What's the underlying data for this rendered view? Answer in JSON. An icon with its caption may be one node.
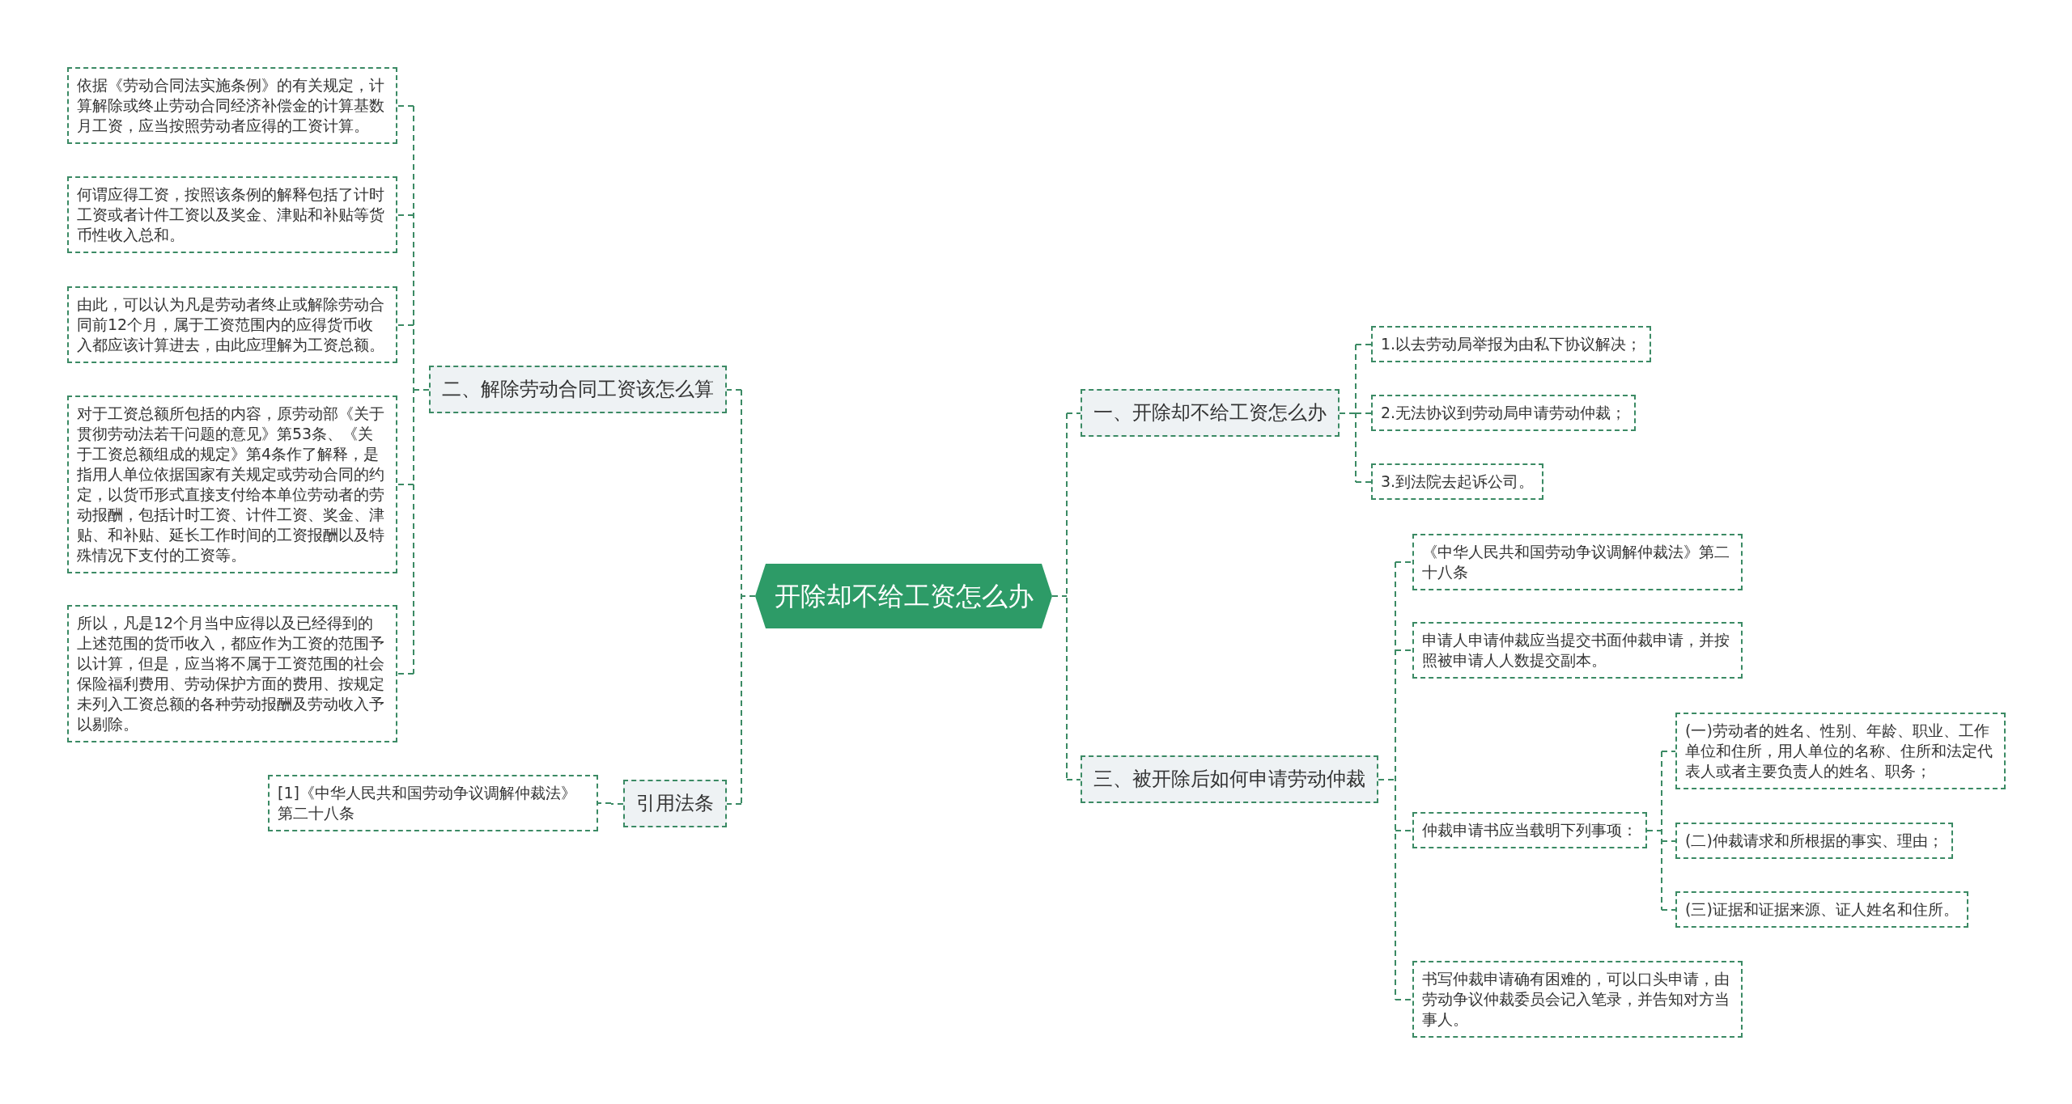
{
  "diagram": {
    "nodes": [
      {
        "text": [
          "开除却不给工资怎么办"
        ]
      },
      {
        "text": [
          "二、解除劳动合同工资该怎么算"
        ]
      },
      {
        "text": [
          "依据《劳动合同法实施条例》的有关规定，计算解除或终止劳动合同经济补偿金的计算基数月工资，应当按照劳动者应得的工资计算。"
        ]
      },
      {
        "text": [
          "何谓应得工资，按照该条例的解释包括了计时工资或者计件工资以及奖金、津贴和补贴等货币性收入总和。"
        ]
      },
      {
        "text": [
          "由此，可以认为凡是劳动者终止或解除劳动合同前12个月，属于工资范围内的应得货币收入都应该计算进去，由此应理解为工资总额。"
        ]
      },
      {
        "text": [
          "对于工资总额所包括的内容，原劳动部《关于贯彻劳动法若干问题的意见》第53条、《关于工资总额组成的规定》第4条作了解释，是指用人单位依据国家有关规定或劳动合同的约定，以货币形式直接支付给本单位劳动者的劳动报酬，包括计时工资、计件工资、奖金、津贴、和补贴、延长工作时间的工资报酬以及特殊情况下支付的工资等。"
        ]
      },
      {
        "text": [
          "所以，凡是12个月当中应得以及已经得到的上述范围的货币收入，都应作为工资的范围予以计算，但是，应当将不属于工资范围的社会保险福利费用、劳动保护方面的费用、按规定未列入工资总额的各种劳动报酬及劳动收入予以剔除。"
        ]
      },
      {
        "text": [
          "引用法条"
        ]
      },
      {
        "text": [
          "[1]《中华人民共和国劳动争议调解仲裁法》第二十八条"
        ]
      },
      {
        "text": [
          "一、开除却不给工资怎么办"
        ]
      },
      {
        "text": [
          "1.以去劳动局举报为由私下协议解决；"
        ]
      },
      {
        "text": [
          "2.无法协议到劳动局申请劳动仲裁；"
        ]
      },
      {
        "text": [
          "3.到法院去起诉公司。"
        ]
      },
      {
        "text": [
          "三、被开除后如何申请劳动仲裁"
        ]
      },
      {
        "text": [
          "《中华人民共和国劳动争议调解仲裁法》第二十八条"
        ]
      },
      {
        "text": [
          "申请人申请仲裁应当提交书面仲裁申请，并按照被申请人人数提交副本。"
        ]
      },
      {
        "text": [
          "仲裁申请书应当载明下列事项："
        ]
      },
      {
        "text": [
          "(一)劳动者的姓名、性别、年龄、职业、工作单位和住所，用人单位的名称、住所和法定代表人或者主要负责人的姓名、职务；"
        ]
      },
      {
        "text": [
          "(二)仲裁请求和所根据的事实、理由；"
        ]
      },
      {
        "text": [
          "(三)证据和证据来源、证人姓名和住所。"
        ]
      },
      {
        "text": [
          "书写仲裁申请确有困难的，可以口头申请，由劳动争议仲裁委员会记入笔录，并告知对方当事人。"
        ]
      }
    ],
    "edges": [
      {
        "from": 0,
        "to": 1,
        "arrow": "none"
      },
      {
        "from": 1,
        "to": 2,
        "arrow": "none"
      },
      {
        "from": 1,
        "to": 3,
        "arrow": "none"
      },
      {
        "from": 1,
        "to": 4,
        "arrow": "none"
      },
      {
        "from": 1,
        "to": 5,
        "arrow": "none"
      },
      {
        "from": 1,
        "to": 6,
        "arrow": "none"
      },
      {
        "from": 0,
        "to": 7,
        "arrow": "none"
      },
      {
        "from": 7,
        "to": 8,
        "arrow": "none"
      },
      {
        "from": 0,
        "to": 9,
        "arrow": "none"
      },
      {
        "from": 9,
        "to": 10,
        "arrow": "none"
      },
      {
        "from": 9,
        "to": 11,
        "arrow": "none"
      },
      {
        "from": 9,
        "to": 12,
        "arrow": "none"
      },
      {
        "from": 0,
        "to": 13,
        "arrow": "none"
      },
      {
        "from": 13,
        "to": 14,
        "arrow": "none"
      },
      {
        "from": 13,
        "to": 15,
        "arrow": "none"
      },
      {
        "from": 13,
        "to": 16,
        "arrow": "none"
      },
      {
        "from": 16,
        "to": 17,
        "arrow": "none"
      },
      {
        "from": 16,
        "to": 18,
        "arrow": "none"
      },
      {
        "from": 16,
        "to": 19,
        "arrow": "none"
      },
      {
        "from": 13,
        "to": 20,
        "arrow": "none"
      }
    ]
  }
}
